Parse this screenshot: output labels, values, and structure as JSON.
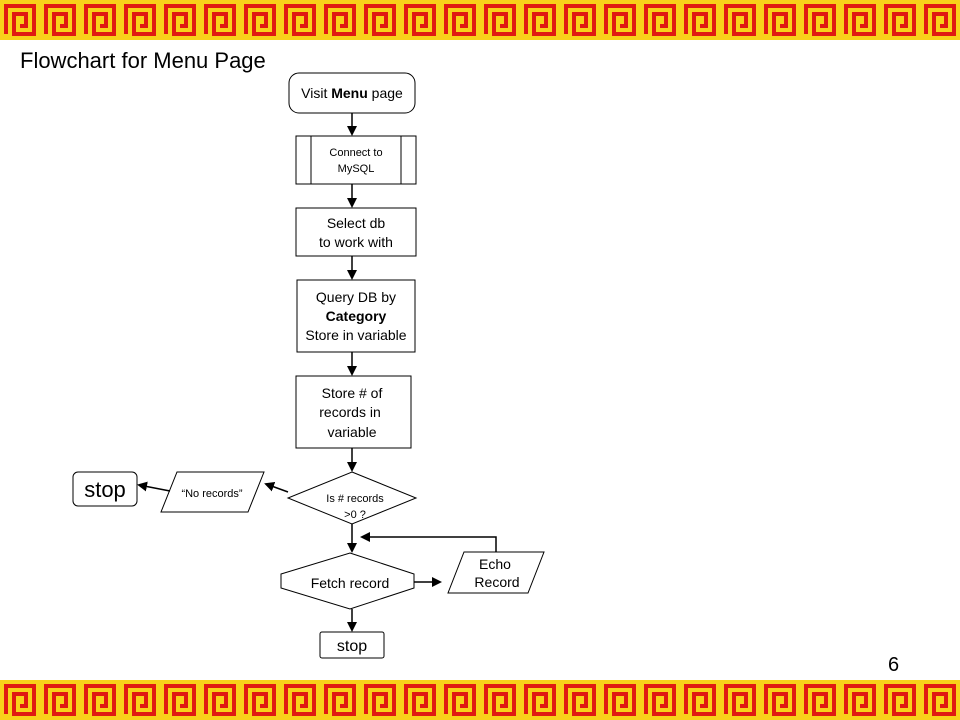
{
  "slide": {
    "title": "Flowchart for Menu Page",
    "page_number": "6"
  },
  "theme": {
    "border_red": "#e01a12",
    "border_yellow": "#f8d21a",
    "stroke": "#000000",
    "fill": "#ffffff"
  },
  "flowchart": {
    "visit_menu": {
      "prefix": "Visit ",
      "bold": "Menu",
      "suffix": " page"
    },
    "connect_mysql": {
      "line1": "Connect to",
      "line2": "MySQL"
    },
    "select_db": {
      "line1": "Select db",
      "line2": "to work with"
    },
    "query_db": {
      "line1": "Query DB by",
      "line2": "Category",
      "line3": "Store in variable"
    },
    "store_count": {
      "line1": "Store # of",
      "line2": "records in",
      "line3": "variable"
    },
    "decision": {
      "line1": "Is # records",
      "line2": ">0 ?"
    },
    "no_records": "“No records”",
    "stop_left": "stop",
    "fetch_record": "Fetch record",
    "echo_record": {
      "line1": "Echo",
      "line2": "Record"
    },
    "stop_bottom": "stop"
  }
}
